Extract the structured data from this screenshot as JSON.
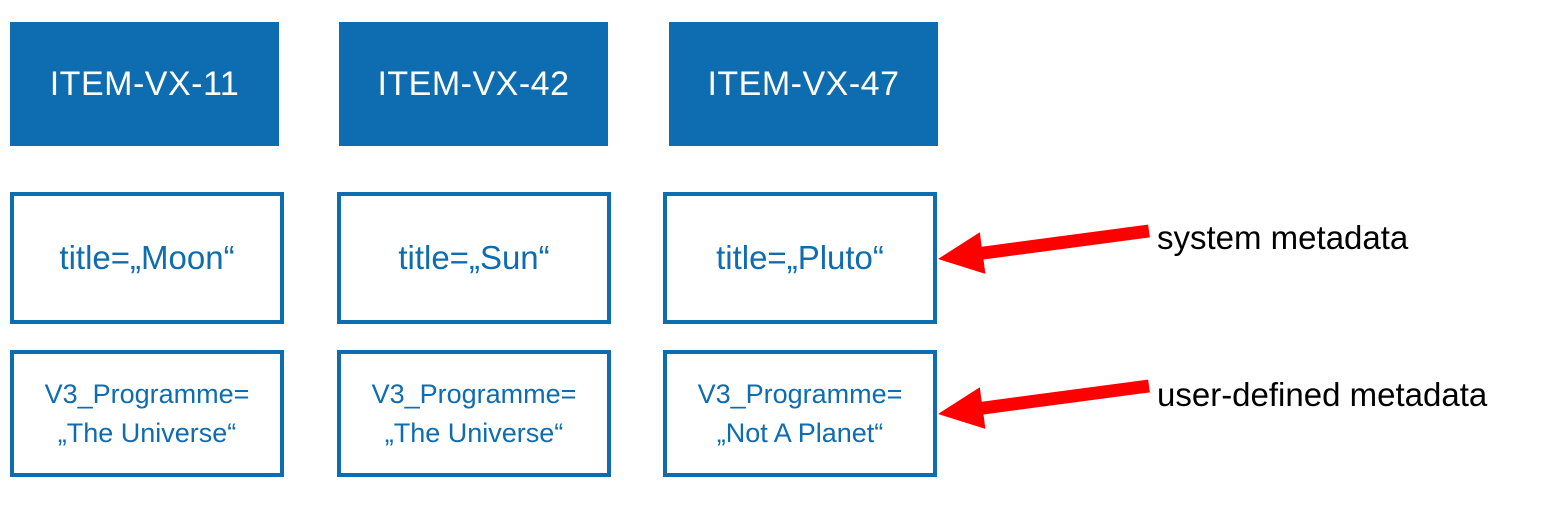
{
  "colors": {
    "box_blue": "#0E6CB0",
    "arrow_red": "#FF0000",
    "label_black": "#000000",
    "background": "#FFFFFF"
  },
  "items": [
    {
      "id": "ITEM-VX-11",
      "system_metadata": "title=„Moon“",
      "user_metadata": {
        "line1": "V3_Programme=",
        "line2": "„The Universe“"
      }
    },
    {
      "id": "ITEM-VX-42",
      "system_metadata": "title=„Sun“",
      "user_metadata": {
        "line1": "V3_Programme=",
        "line2": "„The Universe“"
      }
    },
    {
      "id": "ITEM-VX-47",
      "system_metadata": "title=„Pluto“",
      "user_metadata": {
        "line1": "V3_Programme=",
        "line2": "„Not A Planet“"
      }
    }
  ],
  "annotations": {
    "system_label": "system metadata",
    "user_label": "user-defined metadata"
  }
}
